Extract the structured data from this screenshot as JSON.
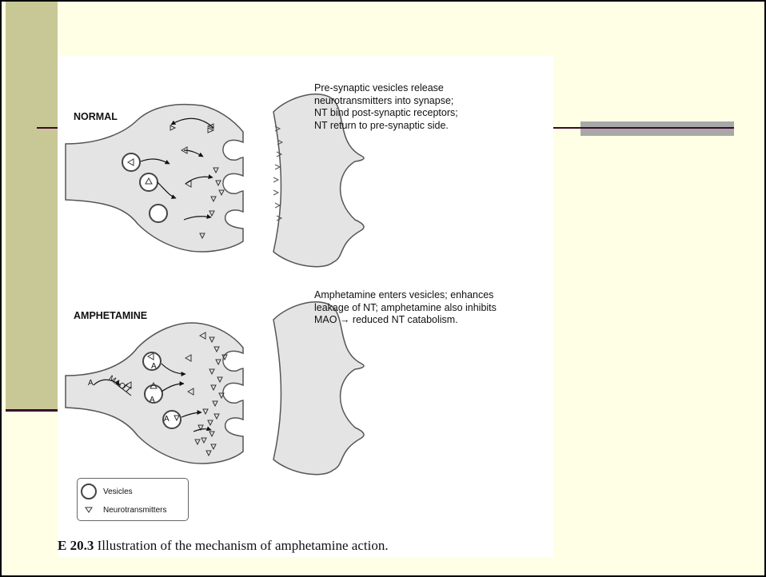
{
  "figure": {
    "normal": {
      "title": "NORMAL",
      "description": [
        "Pre-synaptic vesicles release",
        "neurotransmitters into synapse;",
        "NT bind post-synaptic receptors;",
        "NT return to pre-synaptic side."
      ]
    },
    "amphetamine": {
      "title": "AMPHETAMINE",
      "description": [
        "Amphetamine enters vesicles; enhances",
        "leakage of NT; amphetamine also inhibits",
        "MAO → reduced NT catabolism."
      ],
      "labels": {
        "a_outside": "A",
        "mao": "MAO",
        "vesicle_a": "A"
      }
    },
    "legend": {
      "vesicles": "Vesicles",
      "neurotransmitters": "Neurotransmitters"
    },
    "caption": {
      "number": "E 20.3",
      "text": "Illustration of the mechanism of amphetamine action."
    }
  },
  "colors": {
    "slide_background": "#ffffe6",
    "sidebar": "#c8c896",
    "accent_rule": "#3a0a2a",
    "gray_bar": "#a8a8a8",
    "neuron_fill": "#e4e4e4",
    "neuron_stroke": "#555555"
  }
}
